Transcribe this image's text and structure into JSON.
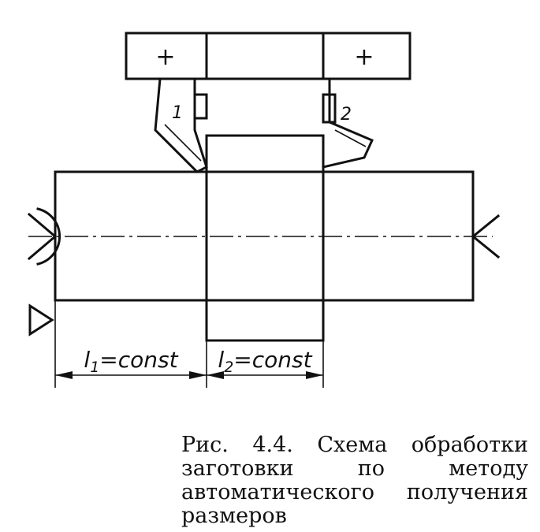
{
  "diagram": {
    "tool_marks": [
      "+",
      "+"
    ],
    "tool_numbers": [
      "1",
      "2"
    ],
    "dimensions": [
      {
        "symbol": "l",
        "subscript": "1",
        "rest": "=const"
      },
      {
        "symbol": "l",
        "subscript": "2",
        "rest": "=const"
      }
    ]
  },
  "caption": {
    "text": "Рис. 4.4. Схема обработки заготовки по методу автоматического получения размеров"
  }
}
